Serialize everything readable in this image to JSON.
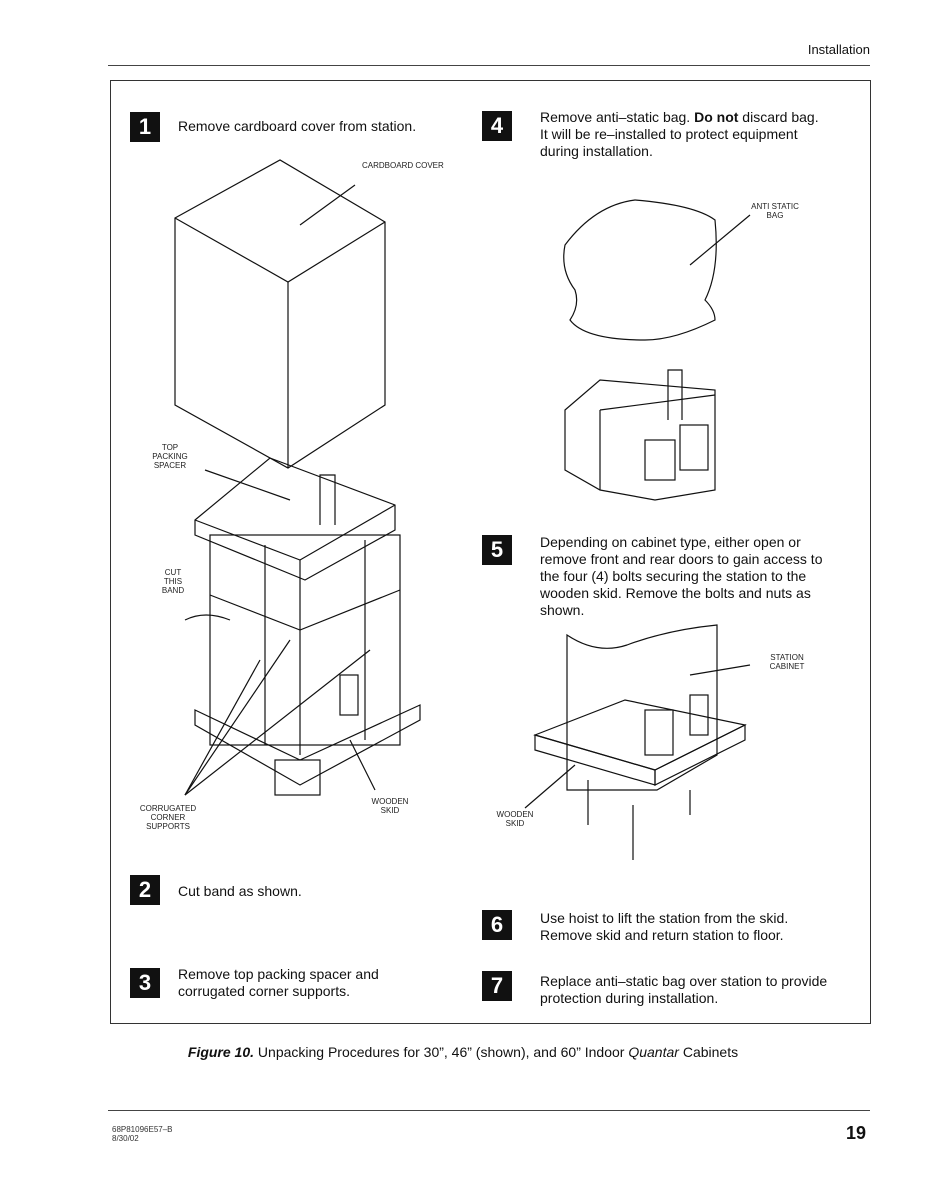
{
  "header": {
    "section": "Installation"
  },
  "steps": [
    {
      "num": "1",
      "text": "Remove cardboard cover from station."
    },
    {
      "num": "2",
      "text": "Cut band as shown."
    },
    {
      "num": "3",
      "text": "Remove top packing spacer and corrugated corner supports."
    },
    {
      "num": "4",
      "text_a": "Remove anti–static bag. ",
      "bold": "Do not",
      "text_b": " discard bag. It will be re–installed to protect equipment during installation."
    },
    {
      "num": "5",
      "text": "Depending on cabinet type, either open or remove front and rear doors to gain access to the four (4) bolts securing the station to the wooden skid. Remove the bolts and nuts as shown."
    },
    {
      "num": "6",
      "text": "Use hoist to lift the station from the skid. Remove skid and return station to floor."
    },
    {
      "num": "7",
      "text": "Replace anti–static bag over station to provide protection during installation."
    }
  ],
  "labels": {
    "cardboard_cover": "CARDBOARD COVER",
    "top_packing_spacer": "TOP PACKING SPACER",
    "cut_this_band": "CUT THIS BAND",
    "corrugated": "CORRUGATED CORNER SUPPORTS",
    "wooden_skid_1": "WOODEN SKID",
    "anti_static_bag": "ANTI STATIC BAG",
    "station_cabinet": "STATION CABINET",
    "wooden_skid_2": "WOODEN SKID"
  },
  "caption": {
    "figure": "Figure 10.",
    "text_a": " Unpacking Procedures for 30”, 46”  (shown), and 60” Indoor ",
    "italic": "Quantar",
    "text_b": " Cabinets"
  },
  "footer": {
    "doc_number": "68P81096E57–B",
    "date": "8/30/02",
    "page": "19"
  }
}
